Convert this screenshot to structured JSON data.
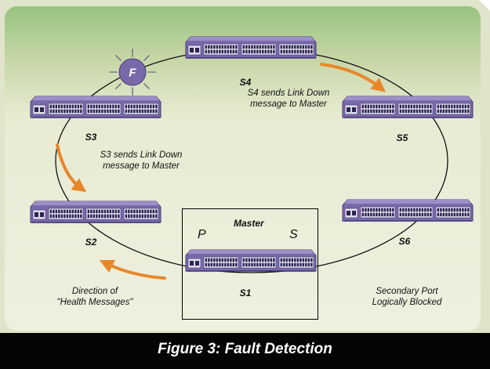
{
  "figure": {
    "caption": "Figure 3: Fault Detection",
    "master_label": "Master"
  },
  "switches": [
    {
      "id": "S1",
      "label": "S1"
    },
    {
      "id": "S2",
      "label": "S2"
    },
    {
      "id": "S3",
      "label": "S3"
    },
    {
      "id": "S4",
      "label": "S4"
    },
    {
      "id": "S5",
      "label": "S5"
    },
    {
      "id": "S6",
      "label": "S6"
    }
  ],
  "ports": {
    "primary": "P",
    "secondary": "S"
  },
  "fault_marker": "F",
  "annotations": {
    "s4_msg_line1": "S4 sends Link Down",
    "s4_msg_line2": "message to Master",
    "s3_msg_line1": "S3 sends Link Down",
    "s3_msg_line2": "message to Master",
    "direction_line1": "Direction of",
    "direction_line2": "\"Health Messages\"",
    "blocked_line1": "Secondary Port",
    "blocked_line2": "Logically Blocked"
  },
  "colors": {
    "switch_body": "#7a69aa",
    "arrow": "#e8872a",
    "fault_circle": "#7a69aa",
    "footer_bg": "#050505",
    "footer_text": "#ffffff"
  }
}
